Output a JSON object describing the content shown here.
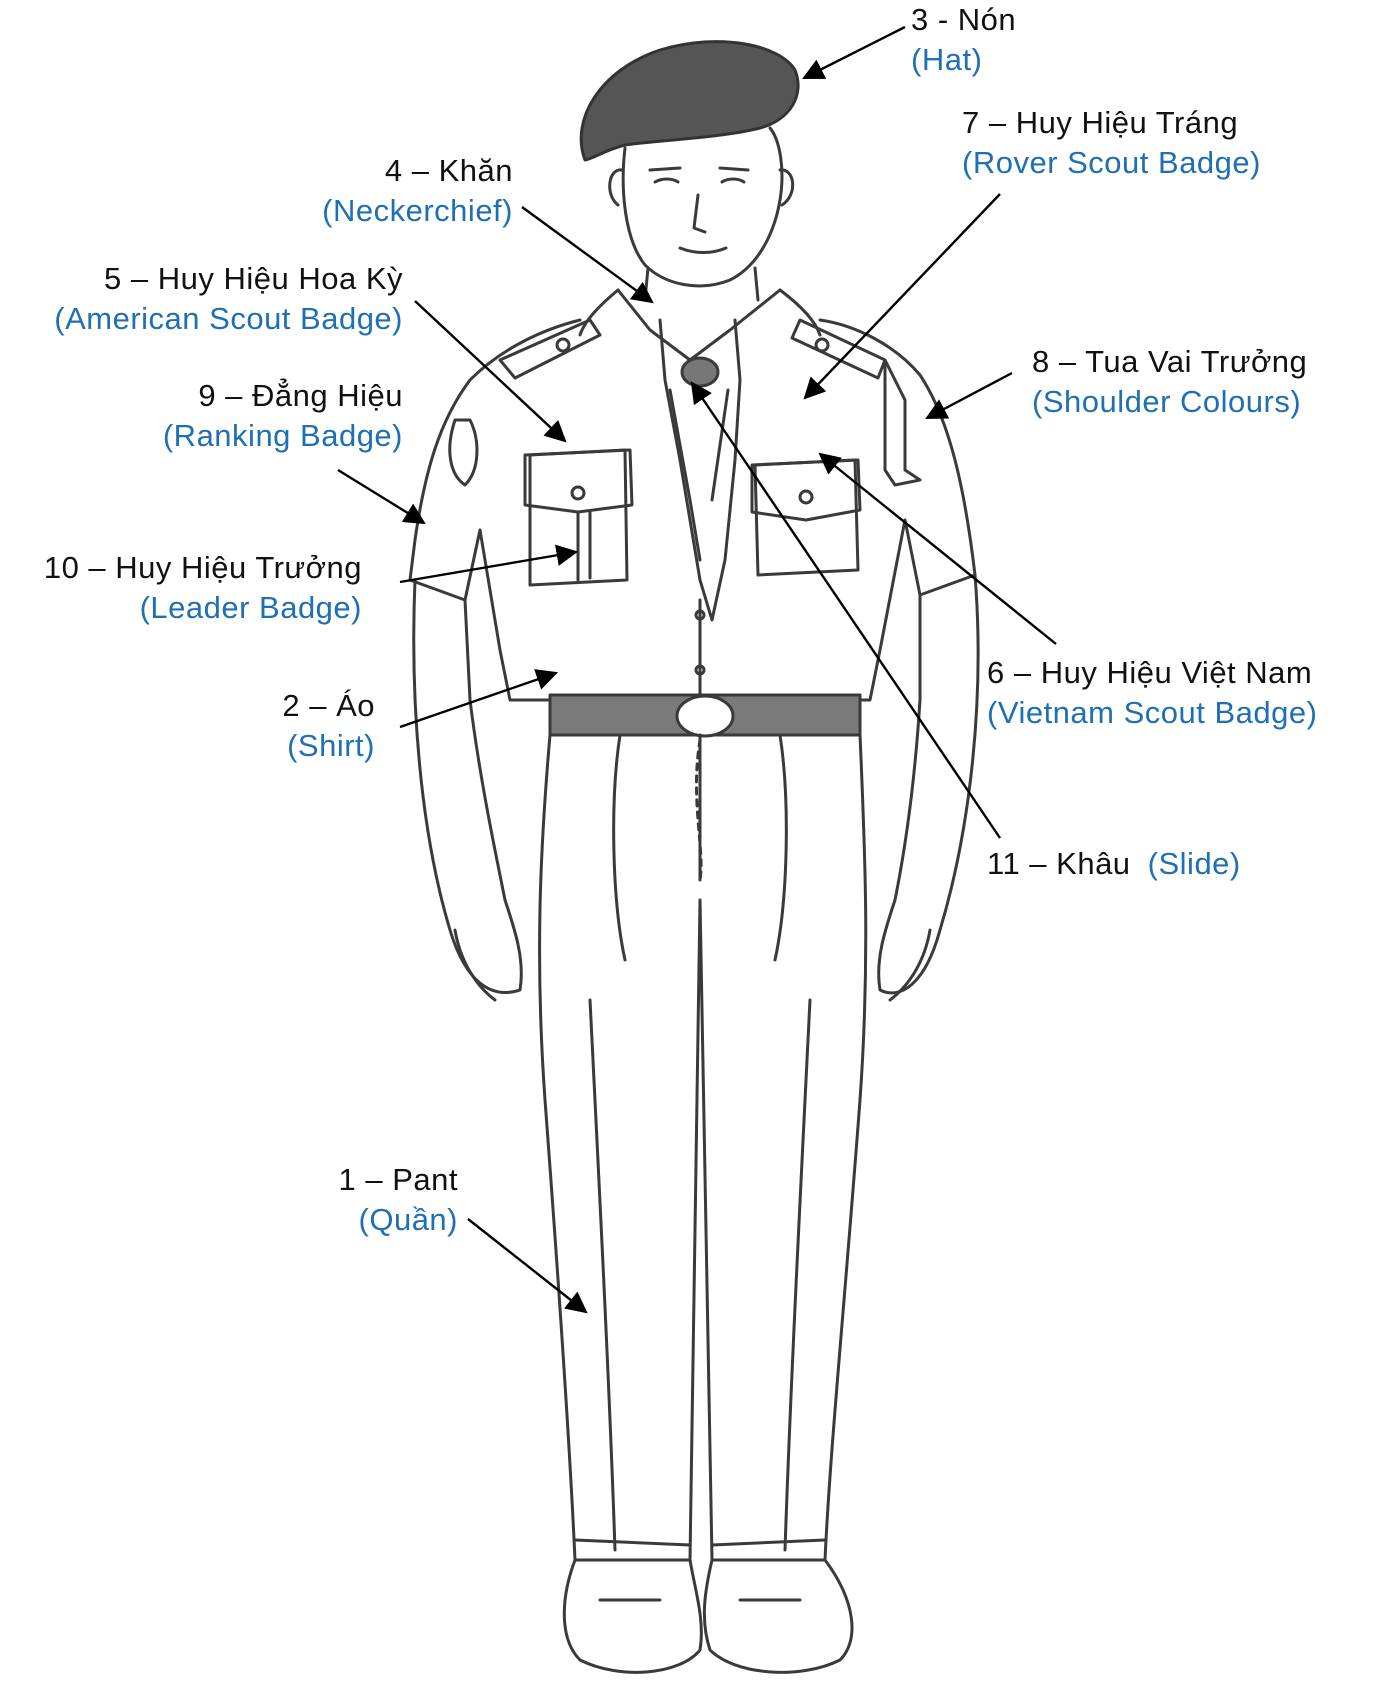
{
  "colors": {
    "vietnamese": "#111111",
    "english": "#1f6fb4",
    "line": "#000000",
    "sketch": "#3a3a3a"
  },
  "labels": {
    "hat": {
      "vi": "3 - Nón",
      "en": "(Hat)"
    },
    "rover": {
      "vi": "7 – Huy Hiệu Tráng",
      "en": "(Rover Scout Badge)"
    },
    "neckerchief": {
      "vi": "4 – Khăn",
      "en": "(Neckerchief)"
    },
    "american": {
      "vi": "5 – Huy Hiệu Hoa Kỳ",
      "en": "(American Scout Badge)"
    },
    "shoulder": {
      "vi": "8 – Tua Vai Trưởng",
      "en": "(Shoulder Colours)"
    },
    "ranking": {
      "vi": "9 – Đẳng Hiệu",
      "en": "(Ranking Badge)"
    },
    "leader": {
      "vi": "10 – Huy Hiệu Trưởng",
      "en": "(Leader Badge)"
    },
    "vietnam": {
      "vi": "6 – Huy Hiệu Việt Nam",
      "en": "(Vietnam Scout Badge)"
    },
    "shirt": {
      "vi": "2 – Áo",
      "en": "(Shirt)"
    },
    "slide": {
      "vi": "11 – Khâu",
      "en": "(Slide)"
    },
    "pant": {
      "vi": "1 – Pant",
      "en": "(Quần)"
    }
  }
}
